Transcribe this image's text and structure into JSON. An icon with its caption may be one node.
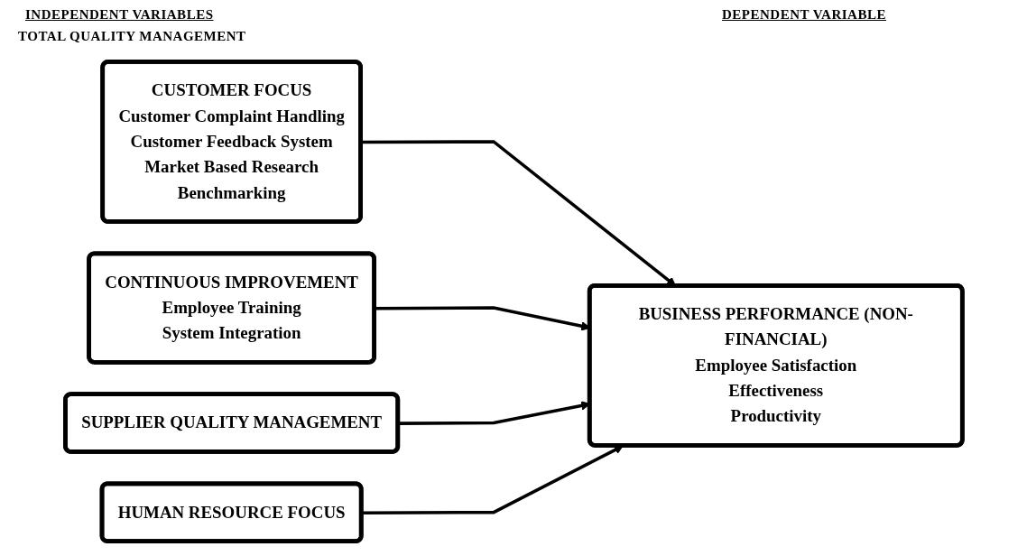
{
  "diagram": {
    "nodes": [
      {
        "text": [
          "CUSTOMER FOCUS",
          "Customer Complaint Handling",
          "Customer Feedback System",
          "Market Based Research",
          "Benchmarking"
        ]
      },
      {
        "text": [
          "CONTINUOUS IMPROVEMENT",
          "Employee Training",
          "System Integration"
        ]
      },
      {
        "text": [
          "SUPPLIER QUALITY MANAGEMENT"
        ]
      },
      {
        "text": [
          "HUMAN RESOURCE FOCUS"
        ]
      },
      {
        "text": [
          "BUSINESS PERFORMANCE (NON-FINANCIAL)",
          "Employee Satisfaction",
          "Effectiveness",
          "Productivity"
        ]
      }
    ],
    "edges": [
      {
        "from": 0,
        "to": 4,
        "arrow": "to"
      },
      {
        "from": 1,
        "to": 4,
        "arrow": "to"
      },
      {
        "from": 2,
        "to": 4,
        "arrow": "to"
      },
      {
        "from": 3,
        "to": 4,
        "arrow": "to"
      }
    ],
    "labels": [
      "INDEPENDENT VARIABLES",
      "DEPENDENT VARIABLE",
      "TOTAL QUALITY MANAGEMENT"
    ]
  }
}
